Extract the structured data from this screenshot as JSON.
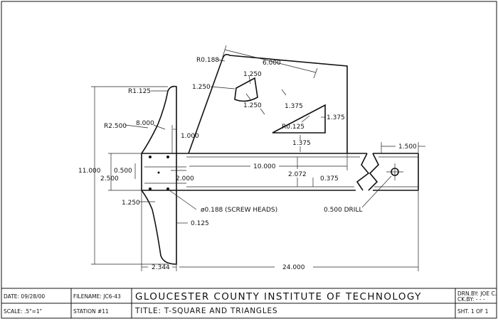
{
  "dimensions": {
    "r0188": "R0.188",
    "d6000": "6.000",
    "d1250_hole": "1.250",
    "d1250_left": "1.250",
    "d1250_lower": "1.250",
    "d1375_edge": "1.375",
    "d1375_right": "1.375",
    "r0125": "R0.125",
    "d1375_below": "1.375",
    "r1125": "R1.125",
    "r2500": "R2.500",
    "d8000": "8.000",
    "d1000": "1.000",
    "d11000": "11.000",
    "d0500": "0.500",
    "d2500": "2.500",
    "d2000": "2.000",
    "d10000": "10.000",
    "d2072": "2.072",
    "d0375": "0.375",
    "d1500": "1.500",
    "d1250_head": "1.250",
    "screw": "ø0.188 (SCREW HEADS)",
    "d0125": "0.125",
    "drill": "0.500 DRILL",
    "d2344": "2.344",
    "d24000": "24.000"
  },
  "title_block": {
    "date": "DATE: 09/28/00",
    "filename": "FILENAME: JC6-43",
    "institution": "GLOUCESTER COUNTY INSTITUTE OF TECHNOLOGY",
    "drn_by": "DRN.BY: JOE C.",
    "ck_by": "CK.BY:  - - -",
    "scale": "SCALE: .5\"=1\"",
    "station": "STATION #11",
    "title": "TITLE: T-SQUARE AND TRIANGLES",
    "sheet": "SHT. 1  OF  1"
  }
}
